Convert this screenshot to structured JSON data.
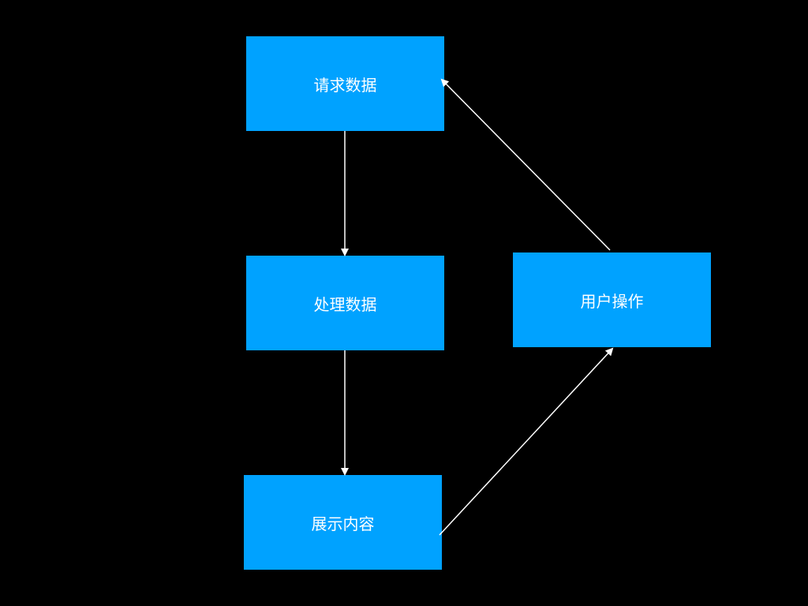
{
  "diagram": {
    "type": "flowchart",
    "nodes": [
      {
        "id": "request",
        "label": "请求数据"
      },
      {
        "id": "process",
        "label": "处理数据"
      },
      {
        "id": "display",
        "label": "展示内容"
      },
      {
        "id": "user",
        "label": "用户操作"
      }
    ],
    "edges": [
      {
        "from": "request",
        "to": "process"
      },
      {
        "from": "process",
        "to": "display"
      },
      {
        "from": "display",
        "to": "user"
      },
      {
        "from": "user",
        "to": "request"
      }
    ],
    "colors": {
      "background": "#000000",
      "node_fill": "#00a2ff",
      "node_text": "#ffffff",
      "edge": "#ffffff"
    }
  }
}
